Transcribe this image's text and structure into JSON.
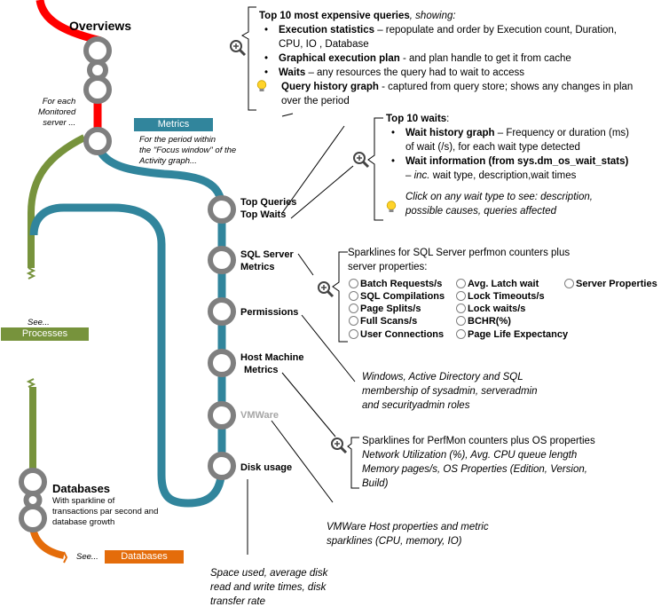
{
  "overviews": {
    "title": "Overviews"
  },
  "monitored_note": [
    "For each",
    "Monitored",
    "server ..."
  ],
  "metrics_tag": {
    "label": "Metrics",
    "note": [
      "For the period within",
      "the \"Focus window\" of the",
      "Activity graph..."
    ]
  },
  "processes": {
    "see": "See...",
    "label": "Processes"
  },
  "databases": {
    "title": "Databases",
    "desc": [
      "With sparkline of",
      "transactions par second and",
      "database growth"
    ],
    "see": "See...",
    "label": "Databases"
  },
  "stations": {
    "top_queries": [
      "Top Queries",
      "Top Waits"
    ],
    "sql_server_metrics": [
      "SQL Server",
      "Metrics"
    ],
    "permissions": "Permissions",
    "host_machine": [
      "Host Machine",
      "Metrics"
    ],
    "vmware": "VMWare",
    "disk_usage": "Disk usage"
  },
  "queries_box": {
    "head_bold": "Top 10 most expensive queries",
    "head_rest": ", showing:",
    "items": [
      {
        "bold": "Execution statistics",
        "rest": " – repopulate and order by Execution count, Duration,",
        "cont": "CPU, IO , Database"
      },
      {
        "bold": "Graphical execution plan",
        "rest": " - and plan handle to get it from cache"
      },
      {
        "bold": "Waits",
        "rest": " – any resources the query had to wait to access"
      }
    ],
    "tip_bold": "Query history graph",
    "tip_rest": " - captured from query store; shows any changes in plan",
    "tip_cont": "over the period"
  },
  "waits_box": {
    "head": "Top 10 waits",
    "head_rest": ":",
    "items": [
      {
        "bold": "Wait history graph",
        "rest": " – Frequency or duration (ms)",
        "cont": "of wait (/s), for each wait type detected"
      },
      {
        "bold": "Wait information (from sys.dm_os_wait_stats)",
        "cont_i": "inc.",
        "cont": " wait type, description,wait times",
        "dash": "– "
      }
    ],
    "tip": [
      "Click on any wait type to see: description,",
      "possible causes, queries affected"
    ]
  },
  "sql_box": {
    "intro": [
      "Sparklines for SQL Server perfmon counters plus",
      "server properties:"
    ],
    "col1": [
      "Batch Requests/s",
      "SQL Compilations",
      "Page Splits/s",
      "Full Scans/s",
      "User Connections"
    ],
    "col2": [
      "Avg. Latch wait",
      "Lock Timeouts/s",
      "Lock waits/s",
      "BCHR(%)",
      "Page Life Expectancy"
    ],
    "col3": [
      "Server Properties"
    ]
  },
  "permissions_note": [
    "Windows, Active Directory and SQL",
    "membership of sysadmin, serveradmin",
    "and securityadmin roles"
  ],
  "host_box": {
    "head": "Sparklines for PerfMon counters plus OS properties",
    "lines": [
      "Network Utilization (%), Avg. CPU queue length",
      "Memory pages/s, OS Properties (Edition, Version,",
      "Build)"
    ]
  },
  "vmware_note": [
    "VMWare Host properties and metric",
    "sparklines (CPU, memory, IO)"
  ],
  "disk_note": [
    "Space used, average disk",
    "read and write times, disk",
    "transfer rate"
  ],
  "icons": [
    "magnifier-plus-icon",
    "lightbulb-icon"
  ],
  "colors": {
    "red": "#ff0000",
    "green": "#77933c",
    "teal": "#31859c",
    "orange": "#e46c0a",
    "station_grey": "#7f7f7f"
  }
}
